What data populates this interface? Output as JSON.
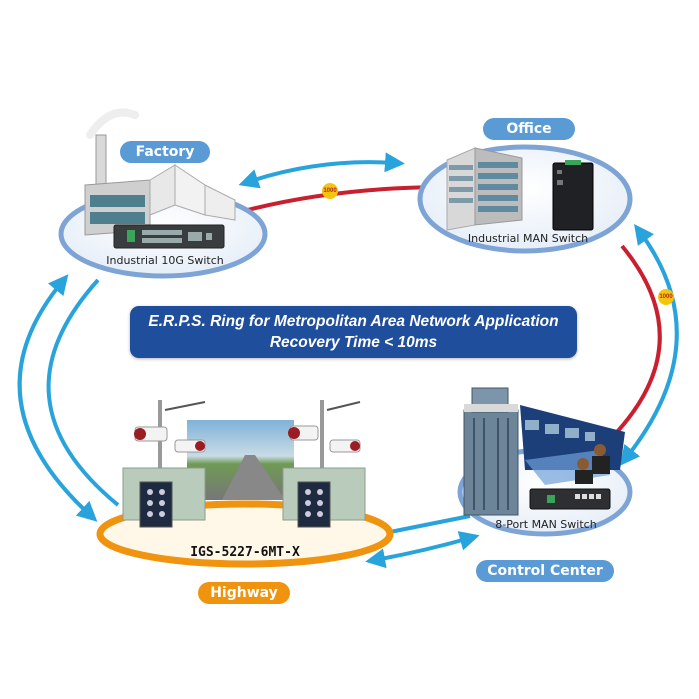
{
  "title": {
    "line1": "E.R.P.S. Ring for Metropolitan Area Network Application",
    "line2": "Recovery Time < 10ms"
  },
  "sites": {
    "factory": {
      "label": "Factory",
      "device": "Industrial 10G Switch"
    },
    "office": {
      "label": "Office",
      "device": "Industrial MAN Switch"
    },
    "control_center": {
      "label": "Control Center",
      "device": "8-Port MAN Switch"
    },
    "highway": {
      "label": "Highway",
      "device": "IGS-5227-6MT-X"
    }
  },
  "links": {
    "factory_office_speed": "1000",
    "office_control_speed": "1000"
  },
  "colors": {
    "ring_blue": "#29a3dc",
    "link_red": "#c8202f",
    "banner": "#1f4e9c",
    "pill_blue": "#5b9bd5",
    "pill_orange": "#f0930f",
    "badge": "#f7c40d"
  }
}
